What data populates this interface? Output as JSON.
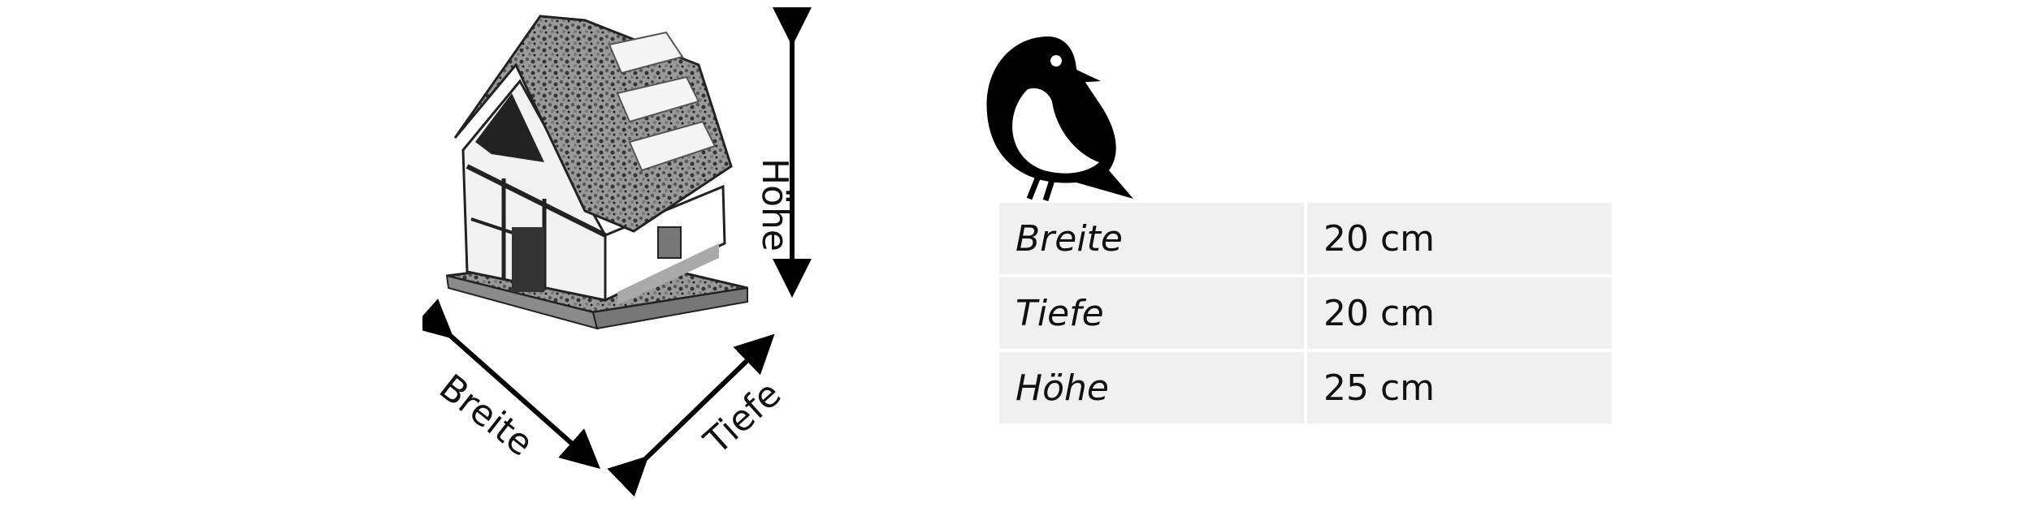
{
  "dimension_labels": {
    "height": "Höhe",
    "width": "Breite",
    "depth": "Tiefe"
  },
  "icons": {
    "bird": "bird-icon",
    "house": "birdhouse-illustration"
  },
  "table": {
    "rows": [
      {
        "label": "Breite",
        "value": "20 cm"
      },
      {
        "label": "Tiefe",
        "value": "20 cm"
      },
      {
        "label": "Höhe",
        "value": "25 cm"
      }
    ]
  },
  "colors": {
    "table_background": "#f0f0f0",
    "text": "#111111"
  }
}
